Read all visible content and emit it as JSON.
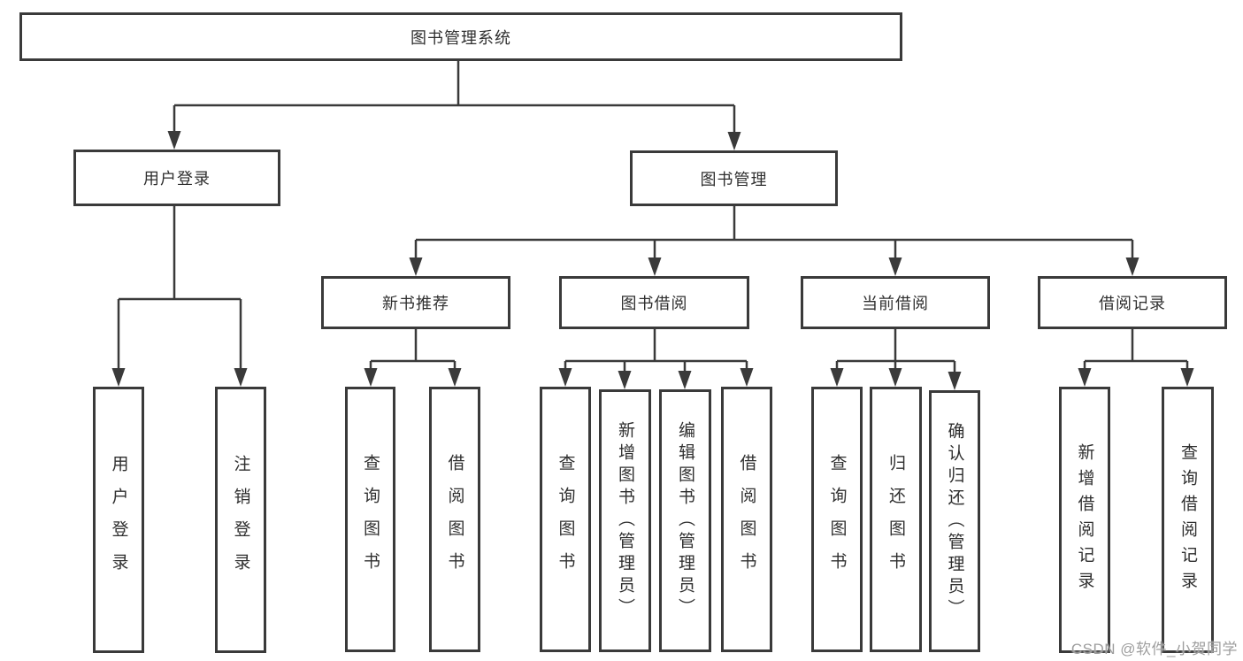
{
  "diagram": {
    "type": "hierarchy-tree",
    "title": "图书管理系统"
  },
  "nodes": {
    "root": "图书管理系统",
    "user_login": "用户登录",
    "book_mgmt": "图书管理",
    "new_book": "新书推荐",
    "book_borrow": "图书借阅",
    "current_borrow": "当前借阅",
    "borrow_record": "借阅记录",
    "ul_login": "用户登录",
    "ul_logout": "注销登录",
    "nb_query": "查询图书",
    "nb_borrow": "借阅图书",
    "bb_query": "查询图书",
    "bb_add": "新增图书（管理员）",
    "bb_edit": "编辑图书（管理员）",
    "bb_borrow": "借阅图书",
    "cb_query": "查询图书",
    "cb_return": "归还图书",
    "cb_confirm": "确认归还（管理员）",
    "br_add": "新增借阅记录",
    "br_query": "查询借阅记录"
  },
  "hierarchy": {
    "图书管理系统": {
      "用户登录": [
        "用户登录",
        "注销登录"
      ],
      "图书管理": {
        "新书推荐": [
          "查询图书",
          "借阅图书"
        ],
        "图书借阅": [
          "查询图书",
          "新增图书（管理员）",
          "编辑图书（管理员）",
          "借阅图书"
        ],
        "当前借阅": [
          "查询图书",
          "归还图书",
          "确认归还（管理员）"
        ],
        "借阅记录": [
          "新增借阅记录",
          "查询借阅记录"
        ]
      }
    }
  },
  "watermark": {
    "text": "CSDN @软件_小贺同学",
    "color": "#9e9e9e"
  },
  "style": {
    "line_color": "#3a3a3a",
    "box_border_color": "#3a3a3a",
    "box_fill": "#ffffff",
    "text_color": "#2f2f2f",
    "background": "#ffffff"
  }
}
